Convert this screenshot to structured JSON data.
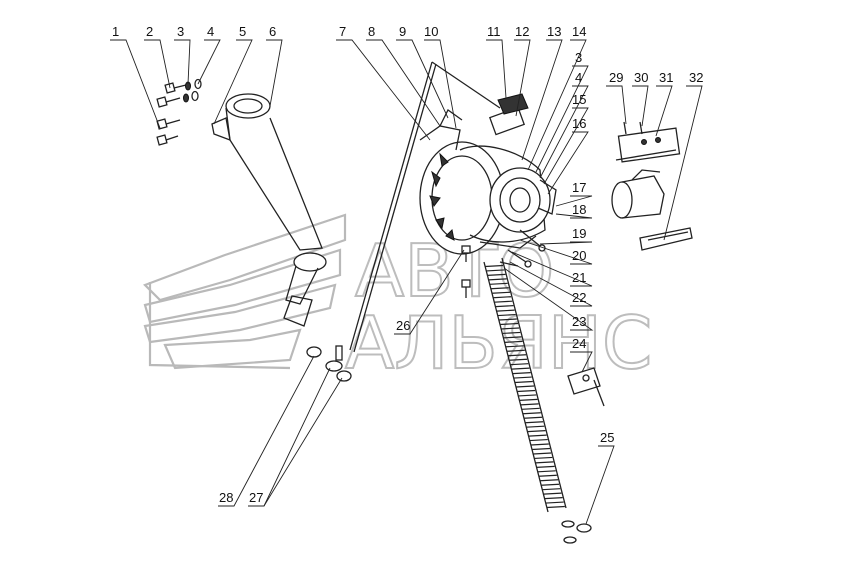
{
  "watermark": {
    "line1": "АВТО",
    "line2": "АЛЬЯНС"
  },
  "callouts": [
    {
      "id": "c1",
      "text": "1"
    },
    {
      "id": "c2",
      "text": "2"
    },
    {
      "id": "c3",
      "text": "3"
    },
    {
      "id": "c4",
      "text": "4"
    },
    {
      "id": "c5",
      "text": "5"
    },
    {
      "id": "c6",
      "text": "6"
    },
    {
      "id": "c7",
      "text": "7"
    },
    {
      "id": "c8",
      "text": "8"
    },
    {
      "id": "c9",
      "text": "9"
    },
    {
      "id": "c10",
      "text": "10"
    },
    {
      "id": "c11",
      "text": "11"
    },
    {
      "id": "c12",
      "text": "12"
    },
    {
      "id": "c13",
      "text": "13"
    },
    {
      "id": "c14",
      "text": "14"
    },
    {
      "id": "c3b",
      "text": "3"
    },
    {
      "id": "c4b",
      "text": "4"
    },
    {
      "id": "c15",
      "text": "15"
    },
    {
      "id": "c16",
      "text": "16"
    },
    {
      "id": "c17",
      "text": "17"
    },
    {
      "id": "c18",
      "text": "18"
    },
    {
      "id": "c19",
      "text": "19"
    },
    {
      "id": "c20",
      "text": "20"
    },
    {
      "id": "c21",
      "text": "21"
    },
    {
      "id": "c22",
      "text": "22"
    },
    {
      "id": "c23",
      "text": "23"
    },
    {
      "id": "c24",
      "text": "24"
    },
    {
      "id": "c25",
      "text": "25"
    },
    {
      "id": "c26",
      "text": "26"
    },
    {
      "id": "c27",
      "text": "27"
    },
    {
      "id": "c28",
      "text": "28"
    },
    {
      "id": "c29",
      "text": "29"
    },
    {
      "id": "c30",
      "text": "30"
    },
    {
      "id": "c31",
      "text": "31"
    },
    {
      "id": "c32",
      "text": "32"
    }
  ]
}
